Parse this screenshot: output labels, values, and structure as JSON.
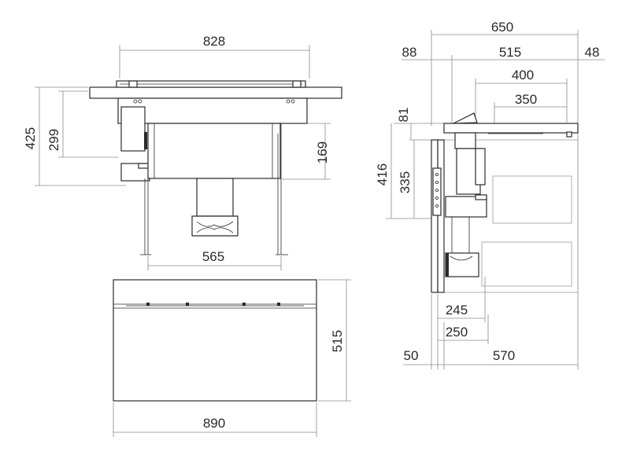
{
  "front_view": {
    "width_top": "828",
    "height_total": "425",
    "height_body": "299",
    "height_fan": "169",
    "leg_span": "565"
  },
  "plan_view": {
    "width": "890",
    "depth": "515"
  },
  "side_view": {
    "depth_total": "650",
    "offset_back": "88",
    "depth_cooktop": "515",
    "offset_front": "48",
    "depth_400": "400",
    "depth_350": "350",
    "height_81": "81",
    "height_total": "416",
    "height_335": "335",
    "depth_245": "245",
    "depth_250": "250",
    "wall_gap": "50",
    "cabinet_depth": "570"
  }
}
